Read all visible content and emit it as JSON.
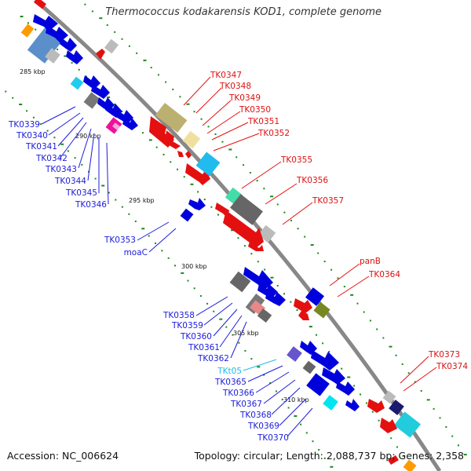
{
  "title": "Thermococcus kodakarensis KOD1, complete genome",
  "accession": "Accession: NC_006624",
  "summary": "Topology: circular; Length: 2,088,737 bp; Genes: 2,358",
  "scale_labels": [
    "285 kbp",
    "290 kbp",
    "295 kbp",
    "300 kbp",
    "305 kbp",
    "310 kbp"
  ],
  "gene_labels": {
    "left": [
      "TK0339",
      "TK0340",
      "TK0341",
      "TK0342",
      "TK0343",
      "TK0344",
      "TK0345",
      "TK0346",
      "TK0353",
      "moaC",
      "TK0358",
      "TK0359",
      "TK0360",
      "TK0361",
      "TK0362",
      "TKt05",
      "TK0365",
      "TK0366",
      "TK0367",
      "TK0368",
      "TK0369",
      "TK0370"
    ],
    "right": [
      "TK0347",
      "TK0348",
      "TK0349",
      "TK0350",
      "TK0351",
      "TK0352",
      "TK0355",
      "TK0356",
      "TK0357",
      "panB",
      "TK0364",
      "TK0373",
      "TK0374"
    ]
  },
  "colors": {
    "reverse_strand": "#0000dd",
    "forward_strand": "#e41010",
    "trna": "#22bbee",
    "backbone": "#888888",
    "tick": "#1a8a1a"
  }
}
